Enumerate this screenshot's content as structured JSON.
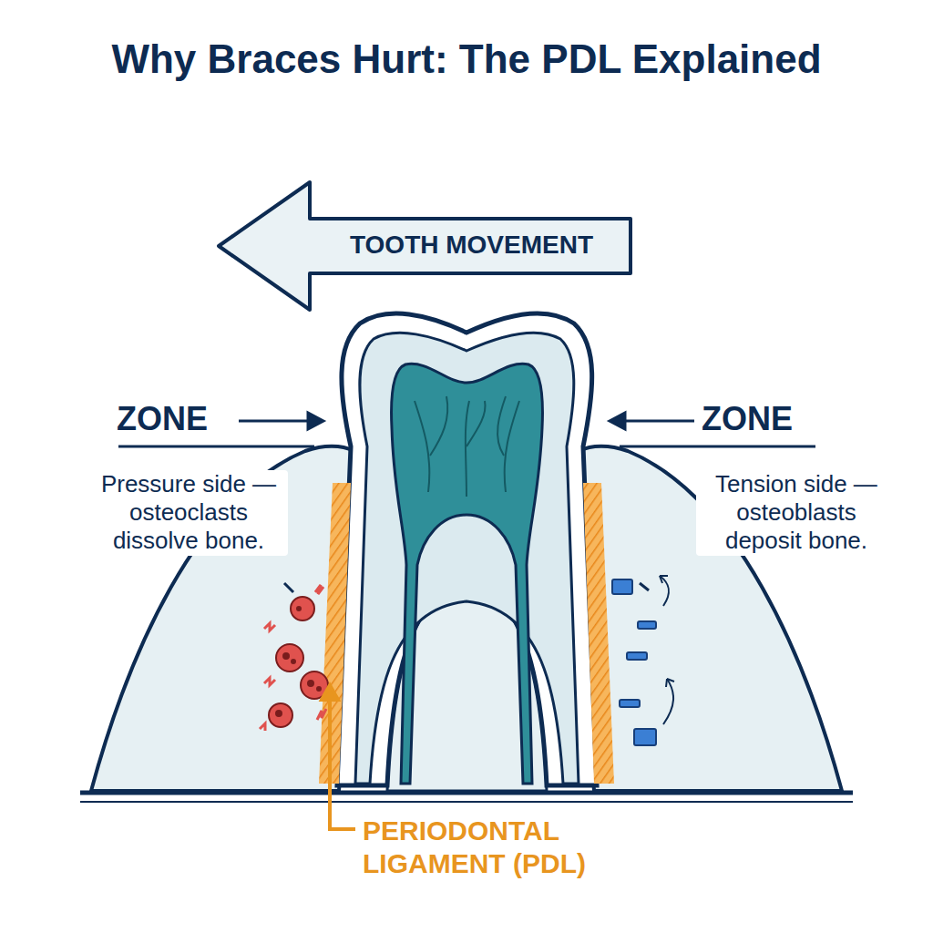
{
  "diagram": {
    "title": "Why Braces Hurt: The PDL Explained",
    "nodes": [
      {
        "text": [
          "TOOTH MOVEMENT"
        ]
      }
    ],
    "labels": [
      "ZONE",
      "Pressure side — osteoclasts dissolve bone.",
      "ZONE",
      "Tension side — osteoblasts deposit bone.",
      "PERIODONTAL LIGAMENT (PDL)"
    ]
  }
}
